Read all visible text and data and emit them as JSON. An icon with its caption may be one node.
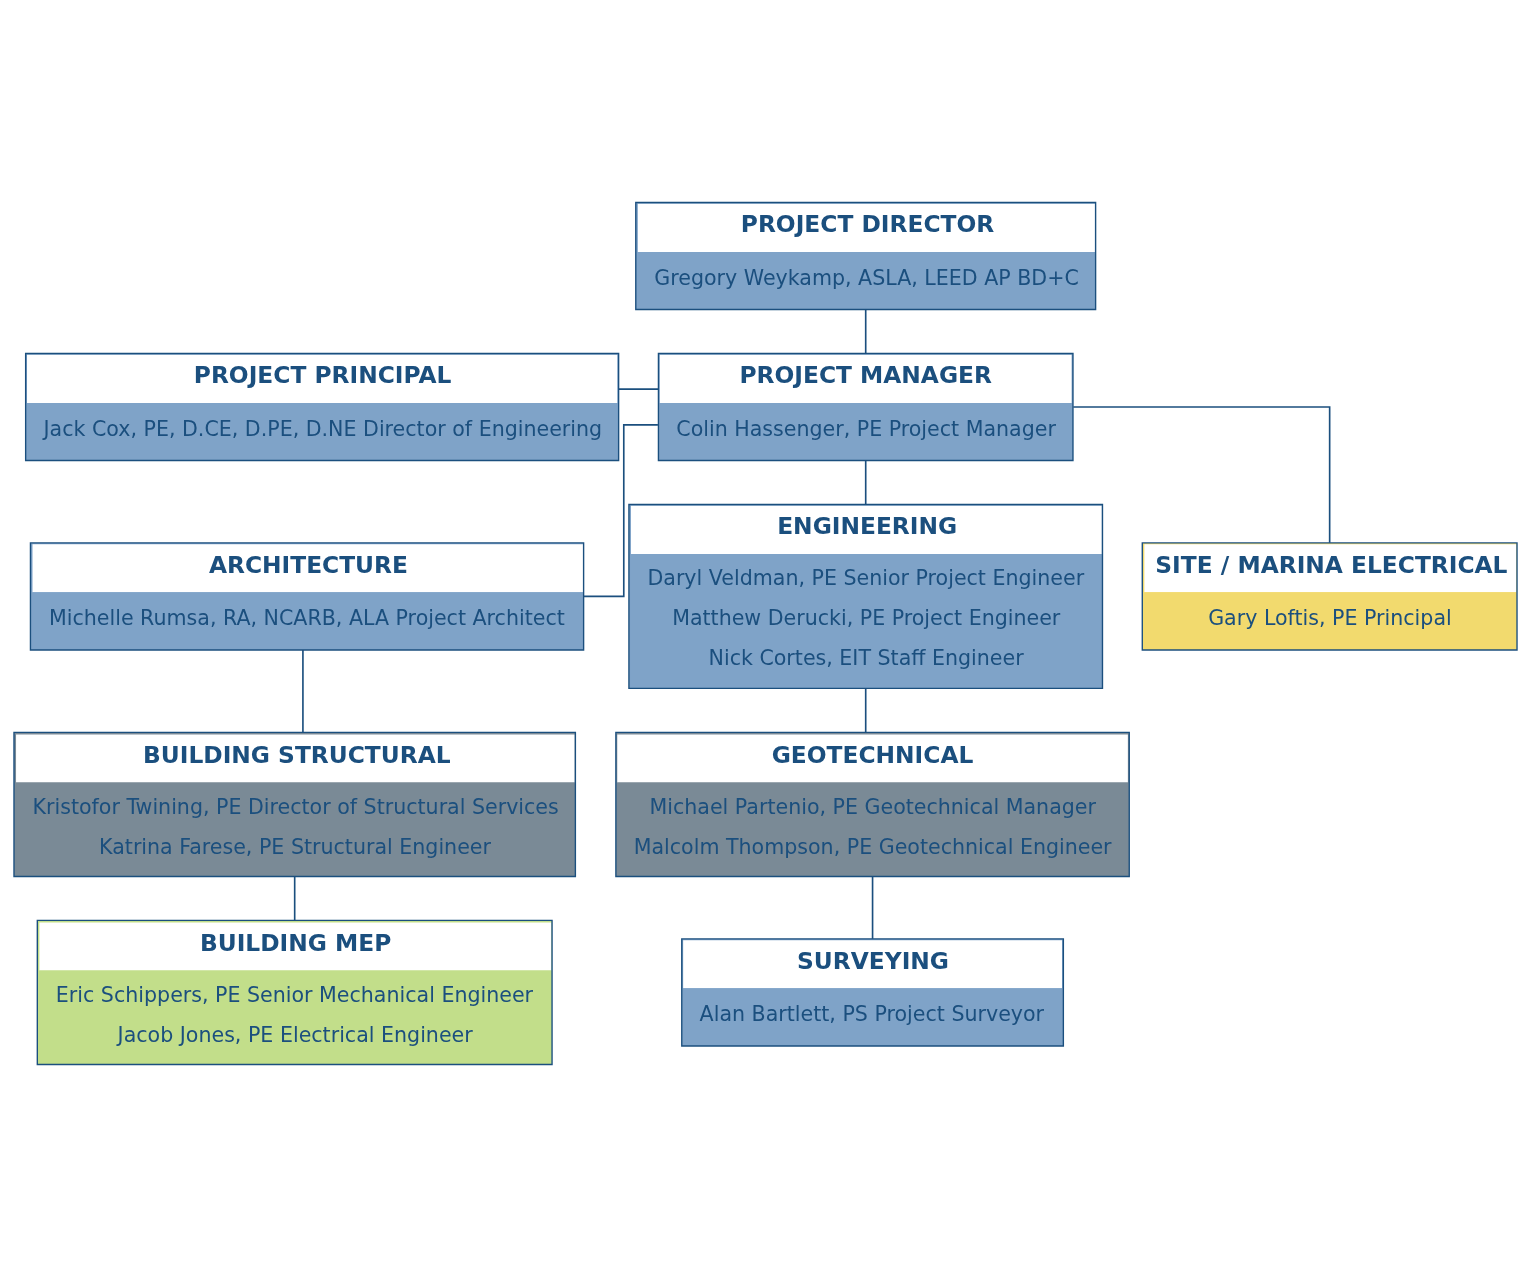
{
  "diagram": {
    "nodes": [
      {
        "text": [
          "PROJECT DIRECTOR",
          "Gregory Weykamp, ASLA, LEED AP BD+C"
        ]
      },
      {
        "text": [
          "PROJECT PRINCIPAL",
          "Jack Cox, PE, D.CE, D.PE, D.NE Director of Engineering"
        ]
      },
      {
        "text": [
          "PROJECT MANAGER",
          "Colin Hassenger, PE Project Manager"
        ]
      },
      {
        "text": [
          "ARCHITECTURE",
          "Michelle Rumsa, RA, NCARB, ALA Project Architect"
        ]
      },
      {
        "text": [
          "ENGINEERING",
          "Daryl Veldman, PE Senior Project Engineer",
          "Matthew Derucki, PE Project Engineer",
          "Nick Cortes, EIT Staff Engineer"
        ]
      },
      {
        "text": [
          "SITE / MARINA ELECTRICAL",
          "Gary Loftis, PE Principal"
        ]
      },
      {
        "text": [
          "BUILDING STRUCTURAL",
          "Kristofor Twining, PE Director of Structural Services",
          "Katrina Farese, PE Structural Engineer"
        ]
      },
      {
        "text": [
          "GEOTECHNICAL",
          "Michael Partenio, PE Geotechnical Manager",
          "Malcolm Thompson, PE Geotechnical Engineer"
        ]
      },
      {
        "text": [
          "BUILDING MEP",
          "Eric Schippers, PE Senior Mechanical Engineer",
          "Jacob Jones, PE Electrical Engineer"
        ]
      },
      {
        "text": [
          "SURVEYING",
          "Alan Bartlett, PS Project Surveyor"
        ]
      }
    ],
    "edges": [
      {
        "from": 0,
        "to": 2,
        "arrow": "none"
      },
      {
        "from": 1,
        "to": 2,
        "arrow": "none"
      },
      {
        "from": 2,
        "to": 3,
        "arrow": "none"
      },
      {
        "from": 2,
        "to": 4,
        "arrow": "none"
      },
      {
        "from": 2,
        "to": 5,
        "arrow": "none"
      },
      {
        "from": 3,
        "to": 6,
        "arrow": "none"
      },
      {
        "from": 6,
        "to": 8,
        "arrow": "none"
      },
      {
        "from": 4,
        "to": 7,
        "arrow": "none"
      },
      {
        "from": 7,
        "to": 9,
        "arrow": "none"
      }
    ]
  }
}
